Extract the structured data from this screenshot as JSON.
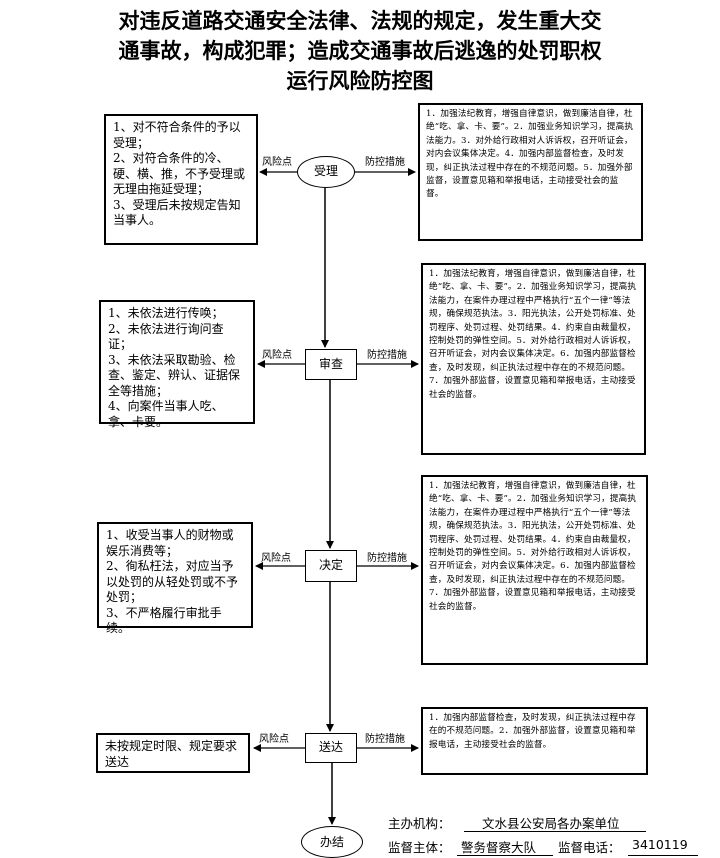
{
  "title": {
    "line1": "对违反道路交通安全法律、法规的规定，发生重大交",
    "line2": "通事故，构成犯罪；造成交通事故后逃逸的处罚职权",
    "line3": "运行风险防控图"
  },
  "labels": {
    "risk": "风险点",
    "control": "防控措施"
  },
  "nodes": {
    "accept": "受理",
    "review": "审查",
    "decide": "决定",
    "deliver": "送达",
    "close": "办结"
  },
  "risk_boxes": {
    "accept": "1、对不符合条件的予以受理；\n2、对符合条件的冷、硬、横、推，不予受理或无理由拖延受理；\n3、受理后未按规定告知当事人。",
    "review": "1、未依法进行传唤；\n2、未依法进行询问查证；\n3、未依法采取勘验、检查、鉴定、辨认、证据保全等措施；\n4、向案件当事人吃、拿、卡要。",
    "decide": "1、收受当事人的财物或娱乐消费等；\n2、徇私枉法，对应当予以处罚的从轻处罚或不予处罚；\n3、不严格履行审批手续。",
    "deliver": "未按规定时限、规定要求送达"
  },
  "control_boxes": {
    "accept": "1．加强法纪教育，增强自律意识，做到廉洁自律，杜绝“吃、拿、卡、要”。2．加强业务知识学习，提高执法能力。3．对外给行政相对人诉诉权，召开听证会，对内会议集体决定。4．加强内部监督检查，及时发现，纠正执法过程中存在的不规范问题。5．加强外部监督，设置意见箱和举报电话，主动接受社会的监督。",
    "review": "1．加强法纪教育，增强自律意识，做到廉洁自律，杜绝“吃、拿、卡、要”。2．加强业务知识学习，提高执法能力，在案件办理过程中严格执行“五个一律”等法规，确保规范执法。3．阳光执法，公开处罚标准、处罚程序、处罚过程、处罚结果。4．约束自由裁量权，控制处罚的弹性空间。5．对外给行政相对人诉诉权，召开听证会，对内会议集体决定。6．加强内部监督检查，及时发现，纠正执法过程中存在的不规范问题。7．加强外部监督，设置意见箱和举报电话，主动接受社会的监督。",
    "decide": "1．加强法纪教育，增强自律意识，做到廉洁自律，杜绝“吃、拿、卡、要”。2．加强业务知识学习，提高执法能力，在案件办理过程中严格执行“五个一律”等法规，确保规范执法。3．阳光执法，公开处罚标准、处罚程序、处罚过程、处罚结果。4．约束自由裁量权，控制处罚的弹性空间。5．对外给行政相对人诉诉权，召开听证会，对内会议集体决定。6．加强内部监督检查，及时发现，纠正执法过程中存在的不规范问题。7．加强外部监督，设置意见箱和举报电话，主动接受社会的监督。",
    "deliver": "1．加强内部监督检查，及时发现，纠正执法过程中存在的不规范问题。2．加强外部监督，设置意见箱和举报电话，主动接受社会的监督。"
  },
  "footer": {
    "host_label": "主办机构：",
    "host_value": "文水县公安局各办案单位",
    "supervisor_label": "监督主体：",
    "supervisor_value": "警务督察大队",
    "phone_label": "监督电话：",
    "phone_value": "3410119"
  }
}
